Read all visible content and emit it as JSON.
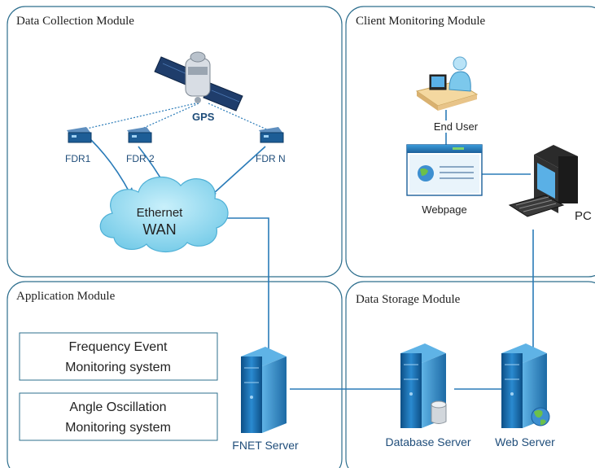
{
  "modules": {
    "data_collection": "Data Collection Module",
    "client_monitoring": "Client Monitoring Module",
    "application": "Application Module",
    "data_storage": "Data Storage Module"
  },
  "gps": "GPS",
  "fdrs": [
    "FDR1",
    "FDR 2",
    "FDR N"
  ],
  "network": {
    "line1": "Ethernet",
    "line2": "WAN"
  },
  "end_user": "End User",
  "webpage": "Webpage",
  "pc": "PC",
  "systems": [
    {
      "line1": "Frequency Event",
      "line2": "Monitoring system"
    },
    {
      "line1": "Angle Oscillation",
      "line2": "Monitoring system"
    }
  ],
  "servers": {
    "fnet": "FNET Server",
    "database": "Database Server",
    "web": "Web Server"
  },
  "colors": {
    "panel_border": "#2e6f8e",
    "link": "#2a7bb8",
    "cloud": "#8fd6ee",
    "server": "#1c6fb0"
  }
}
